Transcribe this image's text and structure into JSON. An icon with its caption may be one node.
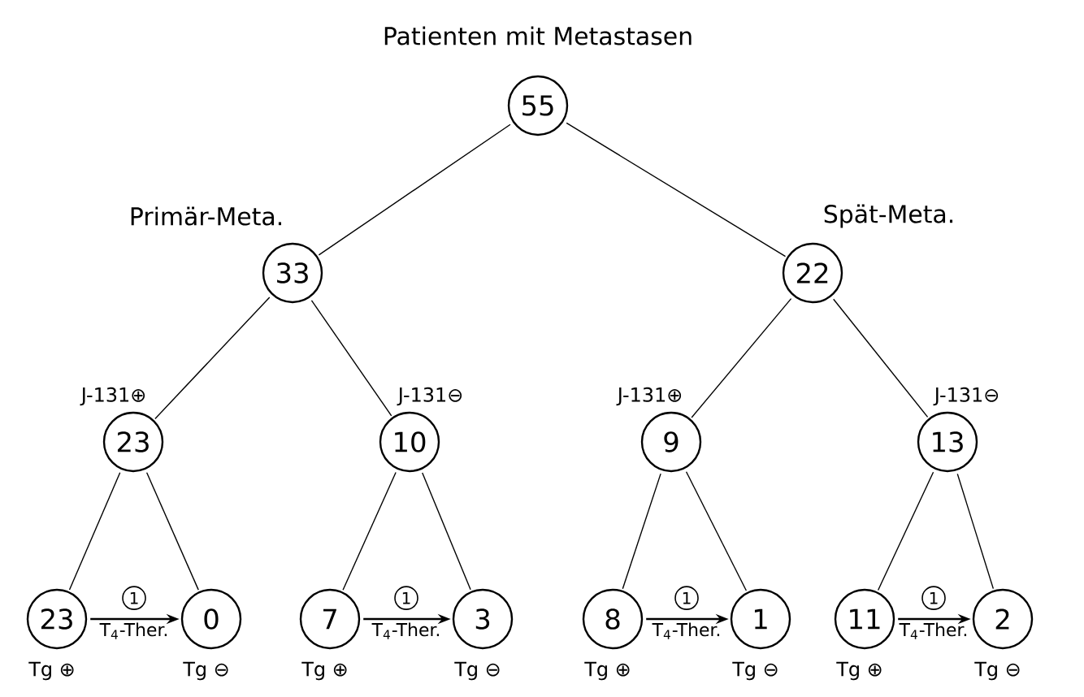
{
  "diagram": {
    "nodes": [
      {
        "text": [
          "55"
        ],
        "beside": [
          "Patienten mit Metastasen"
        ]
      },
      {
        "text": [
          "33"
        ],
        "beside": [
          "Primär-Meta."
        ]
      },
      {
        "text": [
          "22"
        ],
        "beside": [
          "Spät-Meta."
        ]
      },
      {
        "text": [
          "23"
        ],
        "beside": [
          "J-131⊕"
        ]
      },
      {
        "text": [
          "10"
        ],
        "beside": [
          "J-131⊖"
        ]
      },
      {
        "text": [
          "9"
        ],
        "beside": [
          "J-131⊕"
        ]
      },
      {
        "text": [
          "13"
        ],
        "beside": [
          "J-131⊖"
        ]
      },
      {
        "text": [
          "23"
        ],
        "beside": [
          "Tg ⊕"
        ]
      },
      {
        "text": [
          "0"
        ],
        "beside": [
          "Tg ⊖"
        ]
      },
      {
        "text": [
          "7"
        ],
        "beside": [
          "Tg ⊕"
        ]
      },
      {
        "text": [
          "3"
        ],
        "beside": [
          "Tg ⊖"
        ]
      },
      {
        "text": [
          "8"
        ],
        "beside": [
          "Tg ⊕"
        ]
      },
      {
        "text": [
          "1"
        ],
        "beside": [
          "Tg ⊖"
        ]
      },
      {
        "text": [
          "11"
        ],
        "beside": [
          "Tg ⊕"
        ]
      },
      {
        "text": [
          "2"
        ],
        "beside": [
          "Tg ⊖"
        ]
      }
    ],
    "edges": [
      {
        "from": 0,
        "to": 1,
        "arrow": "none"
      },
      {
        "from": 0,
        "to": 2,
        "arrow": "none"
      },
      {
        "from": 1,
        "to": 3,
        "arrow": "none"
      },
      {
        "from": 1,
        "to": 4,
        "arrow": "none"
      },
      {
        "from": 2,
        "to": 5,
        "arrow": "none"
      },
      {
        "from": 2,
        "to": 6,
        "arrow": "none"
      },
      {
        "from": 3,
        "to": 7,
        "arrow": "none"
      },
      {
        "from": 3,
        "to": 8,
        "arrow": "none"
      },
      {
        "from": 4,
        "to": 9,
        "arrow": "none"
      },
      {
        "from": 4,
        "to": 10,
        "arrow": "none"
      },
      {
        "from": 5,
        "to": 11,
        "arrow": "none"
      },
      {
        "from": 5,
        "to": 12,
        "arrow": "none"
      },
      {
        "from": 6,
        "to": 13,
        "arrow": "none"
      },
      {
        "from": 6,
        "to": 14,
        "arrow": "none"
      },
      {
        "from": 7,
        "to": 8,
        "arrow": "to",
        "label": "T$_{4}$-Ther."
      },
      {
        "from": 9,
        "to": 10,
        "arrow": "to",
        "label": "T$_{4}$-Ther."
      },
      {
        "from": 11,
        "to": 12,
        "arrow": "to",
        "label": "T$_{4}$-Ther."
      },
      {
        "from": 13,
        "to": 14,
        "arrow": "to",
        "label": "T$_{4}$-Ther."
      }
    ],
    "labels": [
      "1",
      "1",
      "1",
      "1"
    ]
  }
}
